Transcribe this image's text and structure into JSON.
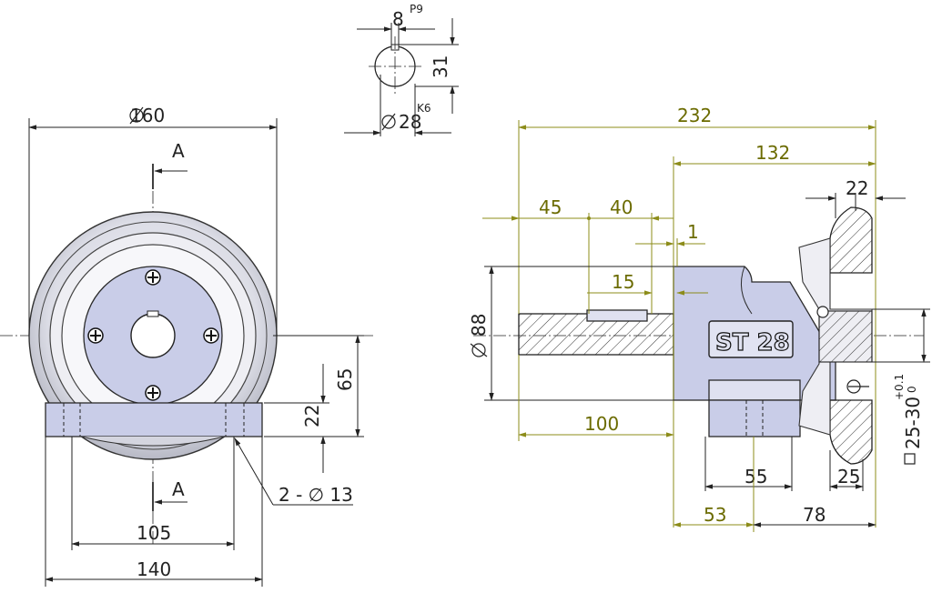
{
  "left_view": {
    "dia_outer": "160",
    "section_label_top": "A",
    "section_label_bottom": "A",
    "dim_height": "65",
    "dim_base": "22",
    "dim_holes": "2 - ∅ 13",
    "dim_105": "105",
    "dim_140": "140"
  },
  "key_detail": {
    "width": "8",
    "width_tol": "P9",
    "height": "31",
    "diameter": "28",
    "diameter_tol": "K6"
  },
  "right_view": {
    "total": "232",
    "d132": "132",
    "d22": "22",
    "d45": "45",
    "d40": "40",
    "d1": "1",
    "d15": "15",
    "dia88": "88",
    "label": "ST 28",
    "d100": "100",
    "d55": "55",
    "d25": "25",
    "d53": "53",
    "d78": "78",
    "range": "25-30",
    "tol_upper": "+0.1",
    "tol_lower": "0"
  },
  "colors": {
    "part": "#c9cde8",
    "dim_line": "#8c8c1a",
    "dim_text": "#6b6b00"
  }
}
